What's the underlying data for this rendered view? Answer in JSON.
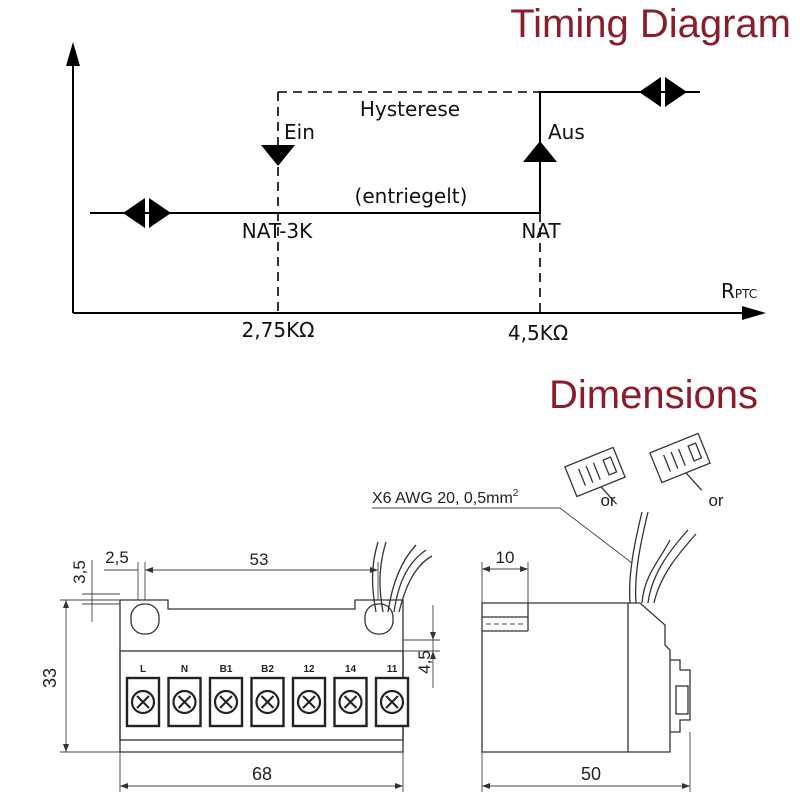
{
  "timing": {
    "title": "Timing Diagram",
    "hysteresis_label": "Hysterese",
    "on_label": "Ein",
    "off_label": "Aus",
    "unlocked_label": "(entriegelt)",
    "nat_minus_label": "NAT-3K",
    "nat_label": "NAT",
    "x_axis_main": "R",
    "x_axis_sub": "PTC",
    "tick_low": "2,75KΩ",
    "tick_high": "4,5KΩ"
  },
  "dimensions": {
    "title": "Dimensions",
    "wire_spec": "X6 AWG 20, 0,5mm",
    "wire_spec_sup": "2",
    "or_label": "or",
    "hole_height": "3,5",
    "hole_offset": "2,5",
    "hole_spacing": "53",
    "height": "33",
    "width": "68",
    "depth": "50",
    "side_top": "10",
    "side_offset": "4,5",
    "terminals": [
      "L",
      "N",
      "B1",
      "B2",
      "12",
      "14",
      "11"
    ]
  }
}
